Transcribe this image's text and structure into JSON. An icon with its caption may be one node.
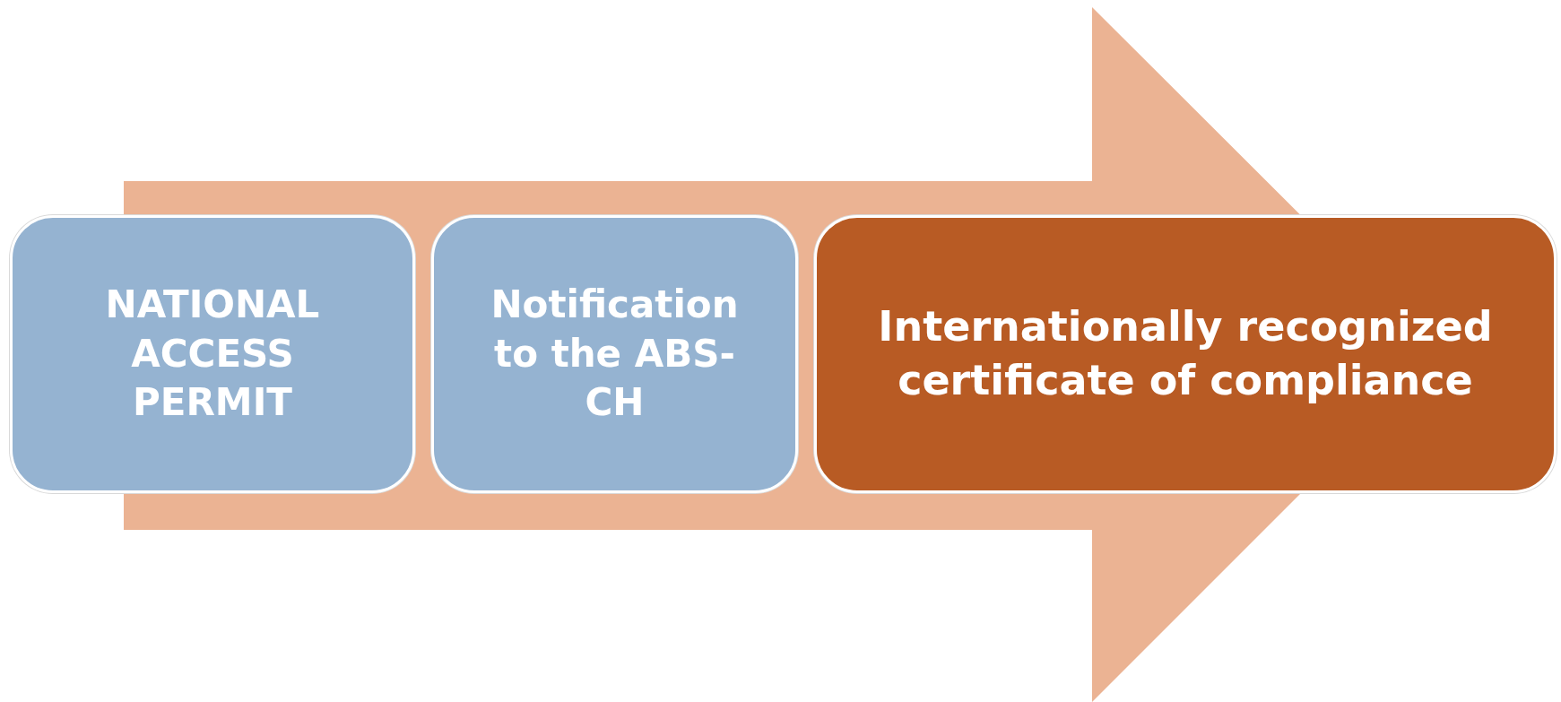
{
  "diagram": {
    "nodes": [
      {
        "text": [
          "NATIONAL ACCESS PERMIT"
        ]
      },
      {
        "text": [
          "Notification to the ABS-CH"
        ]
      },
      {
        "text": [
          "Internationally recognized certificate of compliance"
        ]
      }
    ],
    "edges": [
      {
        "from": 0,
        "to": 2,
        "arrow": "to"
      }
    ]
  }
}
